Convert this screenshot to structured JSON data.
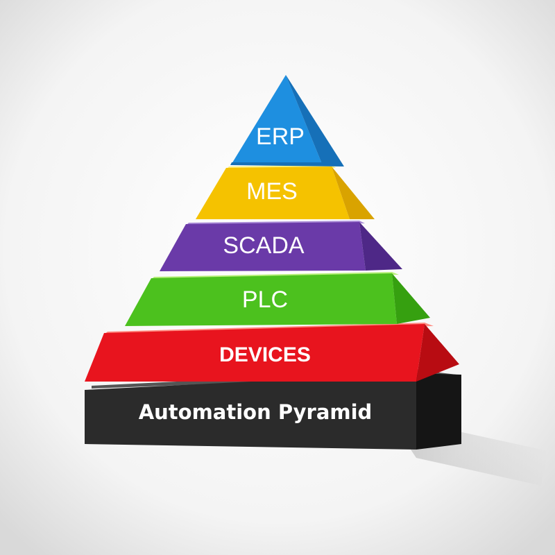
{
  "diagram": {
    "layers": [
      {
        "label": "ERP",
        "color": "#1E8FE0",
        "side": "#1670B8",
        "top": "#7CC8FF"
      },
      {
        "label": "MES",
        "color": "#F5C200",
        "side": "#D9A300",
        "top": "#FFF07A"
      },
      {
        "label": "SCADA",
        "color": "#6A3AA8",
        "side": "#4E2887",
        "top": "#A98BD6"
      },
      {
        "label": "PLC",
        "color": "#4CC11E",
        "side": "#36A010",
        "top": "#B8F07A"
      },
      {
        "label": "DEVICES",
        "color": "#E8141E",
        "side": "#B80C12",
        "top": "#FF8A80"
      }
    ],
    "base": {
      "label": "Automation Pyramid",
      "color": "#2B2B2B",
      "side": "#151515",
      "top": "#555555"
    }
  }
}
